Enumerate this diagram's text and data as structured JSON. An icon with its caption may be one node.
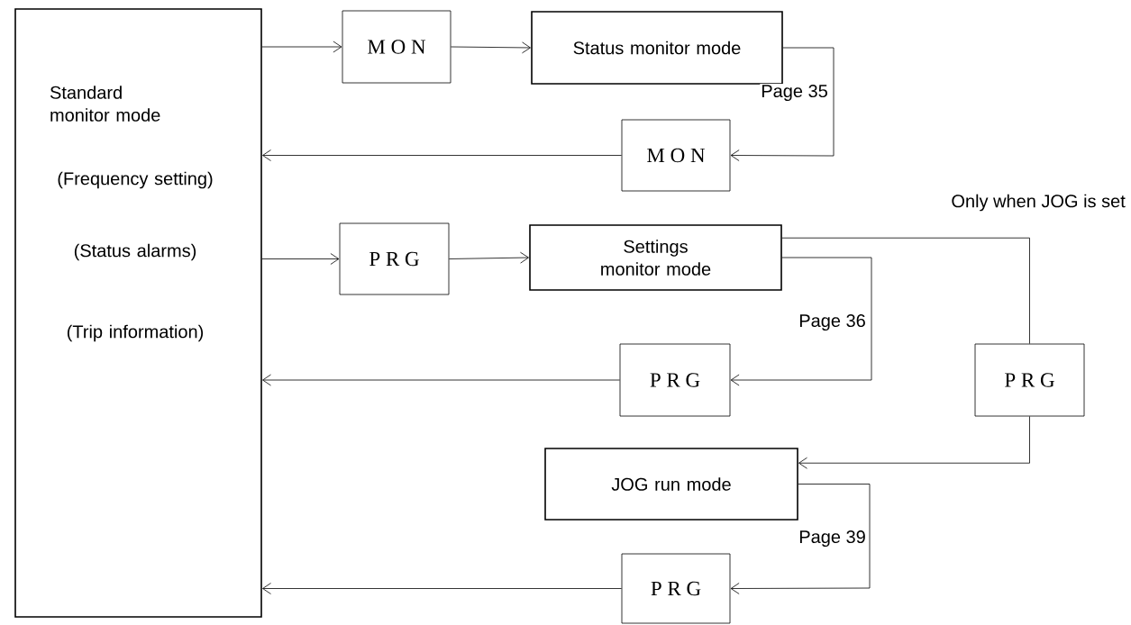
{
  "diagram": {
    "nodes": [
      {
        "text": [
          "Standard monitor mode",
          "(Frequency setting)",
          "(Status alarms)",
          "(Trip information)"
        ]
      },
      {
        "text": [
          "M O N"
        ]
      },
      {
        "text": [
          "Status monitor mode"
        ]
      },
      {
        "text": [
          "M O N"
        ]
      },
      {
        "text": [
          "P R G"
        ]
      },
      {
        "text": [
          "Settings monitor mode"
        ]
      },
      {
        "text": [
          "P R G"
        ]
      },
      {
        "text": [
          "P R G"
        ]
      },
      {
        "text": [
          "JOG run mode"
        ]
      },
      {
        "text": [
          "P R G"
        ]
      }
    ],
    "edges": [
      {
        "from": 0,
        "to": 1,
        "arrow": "to"
      },
      {
        "from": 1,
        "to": 2,
        "arrow": "to"
      },
      {
        "from": 2,
        "to": 3,
        "arrow": "to",
        "label": "Page 35"
      },
      {
        "from": 3,
        "to": 0,
        "arrow": "to"
      },
      {
        "from": 0,
        "to": 4,
        "arrow": "to"
      },
      {
        "from": 4,
        "to": 5,
        "arrow": "to"
      },
      {
        "from": 5,
        "to": 6,
        "arrow": "to",
        "label": "Page 36"
      },
      {
        "from": 6,
        "to": 0,
        "arrow": "to"
      },
      {
        "from": 5,
        "to": 7,
        "arrow": "none",
        "label": "Only when JOG is set"
      },
      {
        "from": 7,
        "to": 8,
        "arrow": "to"
      },
      {
        "from": 8,
        "to": 9,
        "arrow": "to",
        "label": "Page 39"
      },
      {
        "from": 9,
        "to": 0,
        "arrow": "to"
      }
    ]
  }
}
